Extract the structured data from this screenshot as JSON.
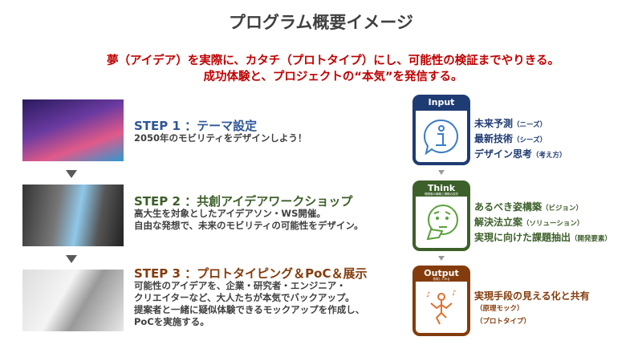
{
  "title": "プログラム概要イメージ",
  "lead": [
    "夢（アイデア）を実際に、カタチ（プロトタイプ）にし、可能性の検証までやりきる。",
    "成功体験と、プロジェクトの“本気”を発信する。"
  ],
  "steps": [
    {
      "title": "STEP 1 ：テーマ設定",
      "lines": [
        "2050年のモビリティをデザインしよう！"
      ]
    },
    {
      "title": "STEP 2 ：共創アイデアワークショップ",
      "lines": [
        "高大生を対象としたアイデアソン・WS開催。",
        "自由な発想で、未来のモビリティの可能性をデザイン。"
      ]
    },
    {
      "title": "STEP 3 ：プロトタイピング＆PoC＆展示",
      "lines": [
        "可能性のアイデアを、企業・研究者・エンジニア・",
        "クリエイターなど、大人たちが本気でバックアップ。",
        "提案者と一緒に疑似体験できるモックアップを作成し、",
        "PoCを実施する。"
      ]
    }
  ],
  "cards": [
    {
      "label": "Input",
      "sub": "",
      "icon": "info-icon",
      "color": "#1f3b73",
      "items": [
        {
          "main": "未来予測",
          "note": "（ニーズ）"
        },
        {
          "main": "最新技術",
          "note": "（シーズ）"
        },
        {
          "main": "デザイン思考",
          "note": "（考え方）"
        }
      ]
    },
    {
      "label": "Think",
      "sub": "理想像の構築と課題の探究",
      "icon": "thinking-face-icon",
      "color": "#3d5f2a",
      "items": [
        {
          "main": "あるべき姿構築",
          "note": "（ビジョン）"
        },
        {
          "main": "解決法立案",
          "note": "（ソリューション）"
        },
        {
          "main": "実現に向けた課題抽出",
          "note": "（開発要素）"
        }
      ]
    },
    {
      "label": "Output",
      "sub": "表現してみる",
      "icon": "dancing-person-icon",
      "color": "#843c0c",
      "items": [
        {
          "main": "実現手段の見える化と共有",
          "note": ""
        },
        {
          "main": "",
          "note": "（原理モック）"
        },
        {
          "main": "",
          "note": "（プロトタイプ）"
        }
      ]
    }
  ],
  "colors": {
    "step1": "#2e5597",
    "step2": "#3d5f2a",
    "step3": "#843c0c",
    "lead": "#c00000"
  }
}
